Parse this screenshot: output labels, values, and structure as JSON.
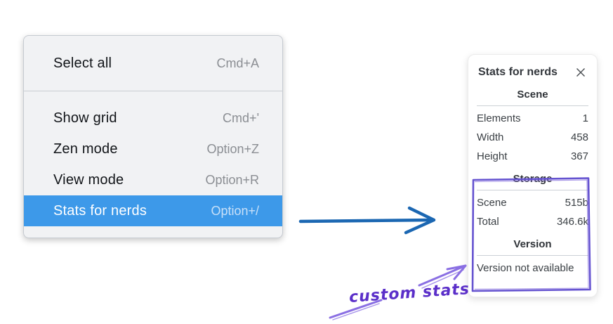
{
  "menu": {
    "sections": [
      {
        "items": [
          {
            "label": "Select all",
            "shortcut": "Cmd+A"
          }
        ]
      },
      {
        "items": [
          {
            "label": "Show grid",
            "shortcut": "Cmd+'"
          },
          {
            "label": "Zen mode",
            "shortcut": "Option+Z"
          },
          {
            "label": "View mode",
            "shortcut": "Option+R"
          },
          {
            "label": "Stats for nerds",
            "shortcut": "Option+/",
            "highlighted": true
          }
        ]
      }
    ]
  },
  "stats_panel": {
    "title": "Stats for nerds",
    "close_icon": "✕",
    "sections": [
      {
        "title": "Scene",
        "rows": [
          [
            "Elements",
            "1"
          ],
          [
            "Width",
            "458"
          ],
          [
            "Height",
            "367"
          ]
        ]
      },
      {
        "title": "Storage",
        "rows": [
          [
            "Scene",
            "515b"
          ],
          [
            "Total",
            "346.6k"
          ]
        ]
      },
      {
        "title": "Version",
        "note": "Version not available"
      }
    ]
  },
  "annotation": {
    "label": "custom stats"
  },
  "colors": {
    "menu_highlight": "#3d99e9",
    "menu_background": "#f1f2f4",
    "arrow_blue": "#1b67b2",
    "annotation_purple": "#6553d0",
    "annotation_text_purple": "#5b2fc9"
  }
}
